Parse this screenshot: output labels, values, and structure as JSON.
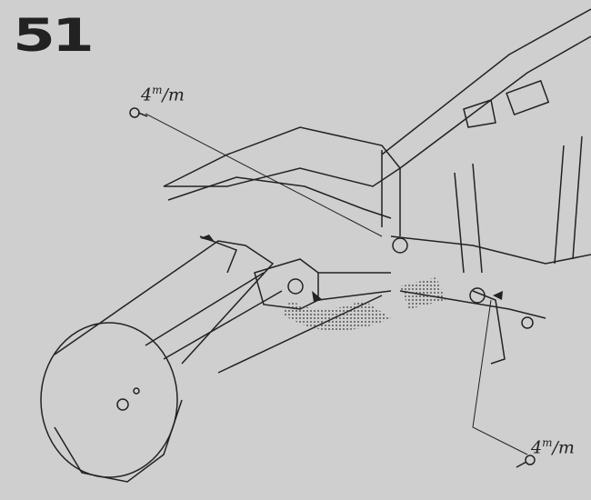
{
  "step_number": "51",
  "screws": [
    {
      "label": "4",
      "unit_top": "m",
      "unit_bottom": "/m"
    },
    {
      "label": "4",
      "unit_top": "m",
      "unit_bottom": "/m"
    }
  ],
  "colors": {
    "background": "#cfcfcf",
    "ink": "#222222"
  }
}
